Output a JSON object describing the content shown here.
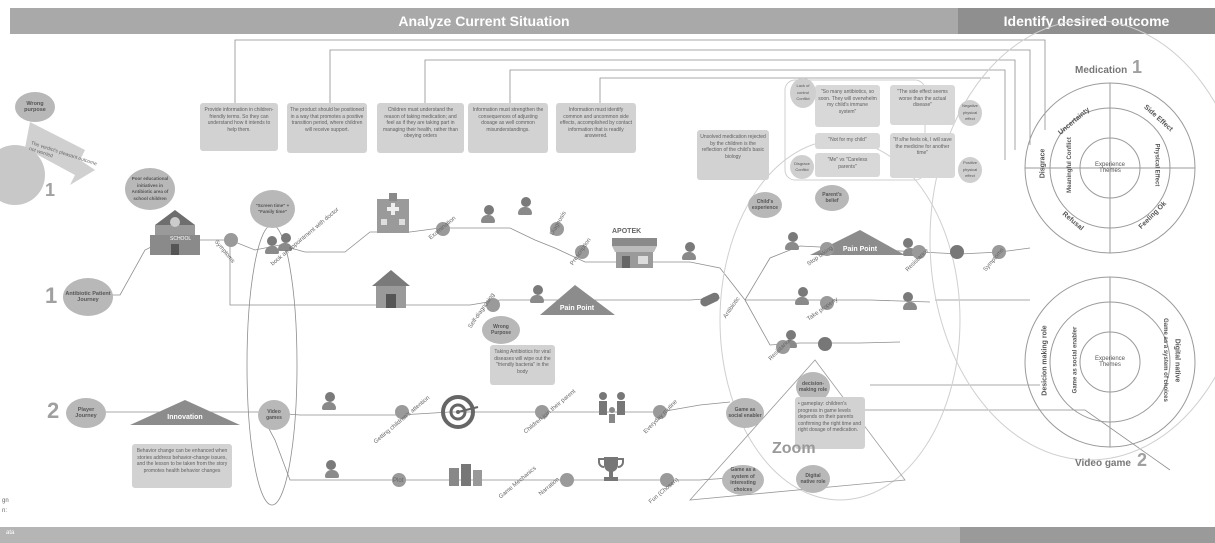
{
  "headers": {
    "left": "Analyze Current Situation",
    "right": "Identify desired outcome"
  },
  "journeys": {
    "j1_number": "1",
    "j1_label": "Antibiotic Patient Journey",
    "j2_number": "2",
    "j2_label": "Player Journey",
    "left_number": "1"
  },
  "wrong_purpose_top": "Wrong purpose",
  "left_arrow_text": "The verdict's pleasant outcome not worried",
  "school_bubble": "Poor educational initiatives in Antibiotic area of school children",
  "school_label": "SCHOOL",
  "screen_time": "\"Screen time\" + \"Family time\"",
  "video_games": "Video games",
  "info_boxes": [
    "Provide information in children-friendly terms. So they can understand how it intends to help them.",
    "The product should be positioned in a way that promotes a positive transition period, where children will receive support.",
    "Children must understand the reason of taking medication; and feel as if they are taking part in managing their health, rather than obeying orders",
    "Information must strengthen the consequences of adjusting dosage as well common misunderstandings.",
    "Information must identify common and uncommon side effects, accomplished by contact information that is readily answered."
  ],
  "unsolved_box": "Unsolved medication rejected by the children is the reflection of the child's basic biology",
  "quotes": [
    "\"So many antibiotics, so soon. They will overwhelm my child's immune system\"",
    "\"The side effect seems worse than the actual disease\"",
    "\"Not for my child\"",
    "\"If s/he feels ok, I will save the medicine for another time\"",
    "\"Me\" vs \"Careless parents\""
  ],
  "quote_side_labels": [
    "Lack of control Conflict",
    "Negative physical effect",
    "Disgrace Conflict",
    "Positive physical effect"
  ],
  "childs_experience": "Child's experience",
  "parents_belief": "Parent's belief",
  "apotek": "APOTEK",
  "pain_point": "Pain Point",
  "wrong_purpose": "Wrong Purpose",
  "taking_antibiotics_box": "Taking Antibiotics for viral diseases will wipe out the \"friendly bacteria\" in the body",
  "innovation": "Innovation",
  "behavior_box": "Behavior change can be enhanced when stories address behavior-change issues, and the lesson to be taken from the story promotes health behavior changes",
  "step_labels": {
    "symptoms": "Symptoms",
    "book": "book an appointment with doctor",
    "examination": "Examination",
    "diagnosis": "Diagnosis",
    "prescription": "Prescription",
    "antibiotic": "Antibiotic",
    "self_diag": "Self-diagnosing",
    "stop_taking": "Stop taking",
    "take_properly": "Take properly",
    "resistance1": "Resistance",
    "resistance2": "Resistance",
    "symptoms2": "Symptoms",
    "getting_attention": "Getting children's attention",
    "children_join": "Children join their parent",
    "everyday": "Everyday routine",
    "plot": "Plot",
    "mechanics": "Game Mechanics",
    "narration": "Narration",
    "fun": "Fun (Chosen)"
  },
  "game_nodes": {
    "social": "Game as social enabler",
    "decision": "decision-making role",
    "system": "Game as a system of interesting choices",
    "digital": "Digital native role"
  },
  "gameplay_box_prefix": "• ",
  "gameplay_box": "gameplay: children's progress in game levels depends on their parents confirming the right time and right dosage of medication.",
  "zoom": "Zoom",
  "medication": {
    "title": "Medication",
    "number": "1"
  },
  "video_game": {
    "title": "Video game",
    "number": "2"
  },
  "experience_themes": "Experience Themes",
  "wheel1": {
    "outer": [
      "Uncertainty",
      "Side Effect",
      "Feeling Ok",
      "Refusal",
      "Disgrace"
    ],
    "inner": [
      "Meaningful Conflict",
      "Physical Effect"
    ]
  },
  "wheel2": {
    "outer": [
      "Desicion making role",
      "Digital native"
    ],
    "inner": [
      "Game as social enabler",
      "Game as a system of choices"
    ]
  },
  "left_edge_text": [
    "gn",
    "n:",
    "ata"
  ],
  "colors": {
    "header": "#a9a9a9",
    "header_right": "#8f8f8f",
    "node": "#9a9a9a",
    "bubble": "#b8b8b8",
    "box": "#d2d2d2"
  }
}
